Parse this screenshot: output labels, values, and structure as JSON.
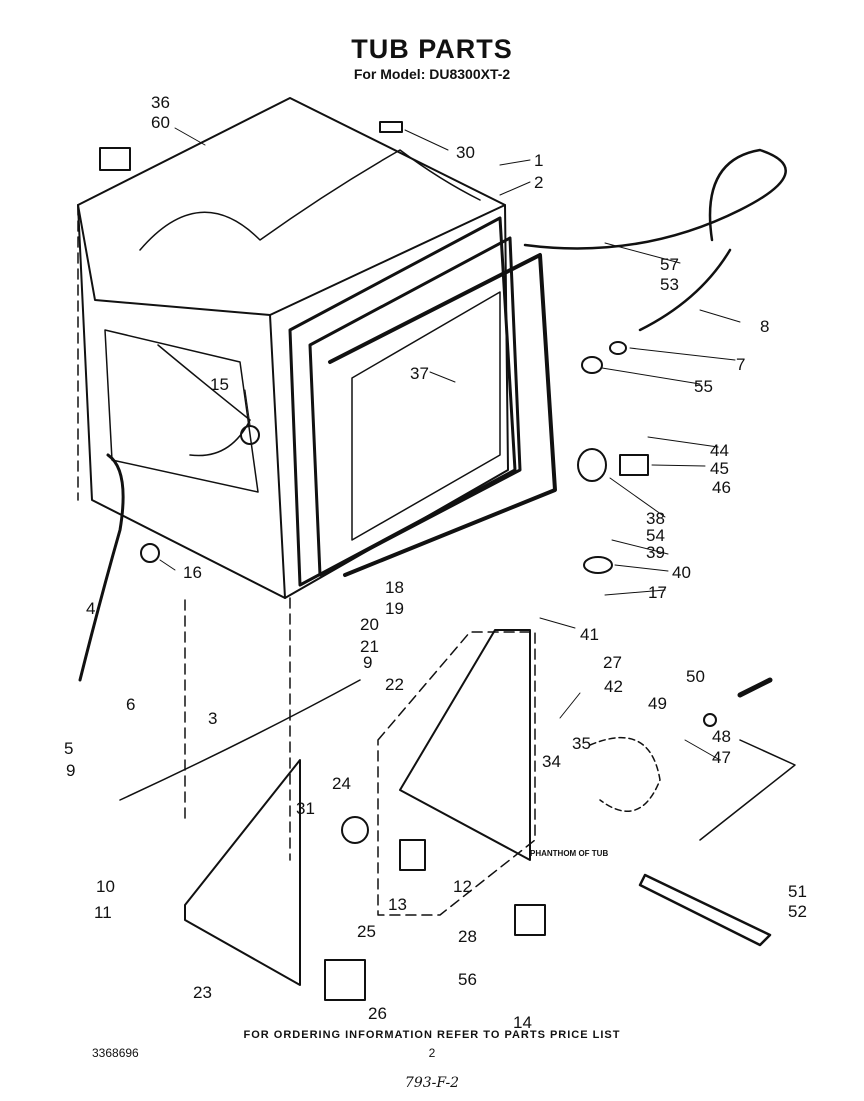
{
  "header": {
    "title": "TUB PARTS",
    "subtitle": "For Model: DU8300XT-2"
  },
  "callouts": [
    "1",
    "2",
    "3",
    "4",
    "5",
    "6",
    "7",
    "8",
    "9",
    "9",
    "9",
    "10",
    "11",
    "12",
    "13",
    "14",
    "15",
    "16",
    "17",
    "18",
    "19",
    "20",
    "21",
    "22",
    "23",
    "24",
    "25",
    "26",
    "27",
    "28",
    "30",
    "31",
    "34",
    "35",
    "36",
    "37",
    "38",
    "39",
    "40",
    "41",
    "42",
    "44",
    "45",
    "46",
    "47",
    "48",
    "49",
    "50",
    "51",
    "52",
    "53",
    "54",
    "55",
    "56",
    "57",
    "60"
  ],
  "annotation": "PHANTHOM OF TUB",
  "footer": {
    "ordering_note": "FOR ORDERING INFORMATION REFER TO PARTS PRICE LIST",
    "doc_number": "3368696",
    "page": "2",
    "handwritten": "793-F-2"
  }
}
